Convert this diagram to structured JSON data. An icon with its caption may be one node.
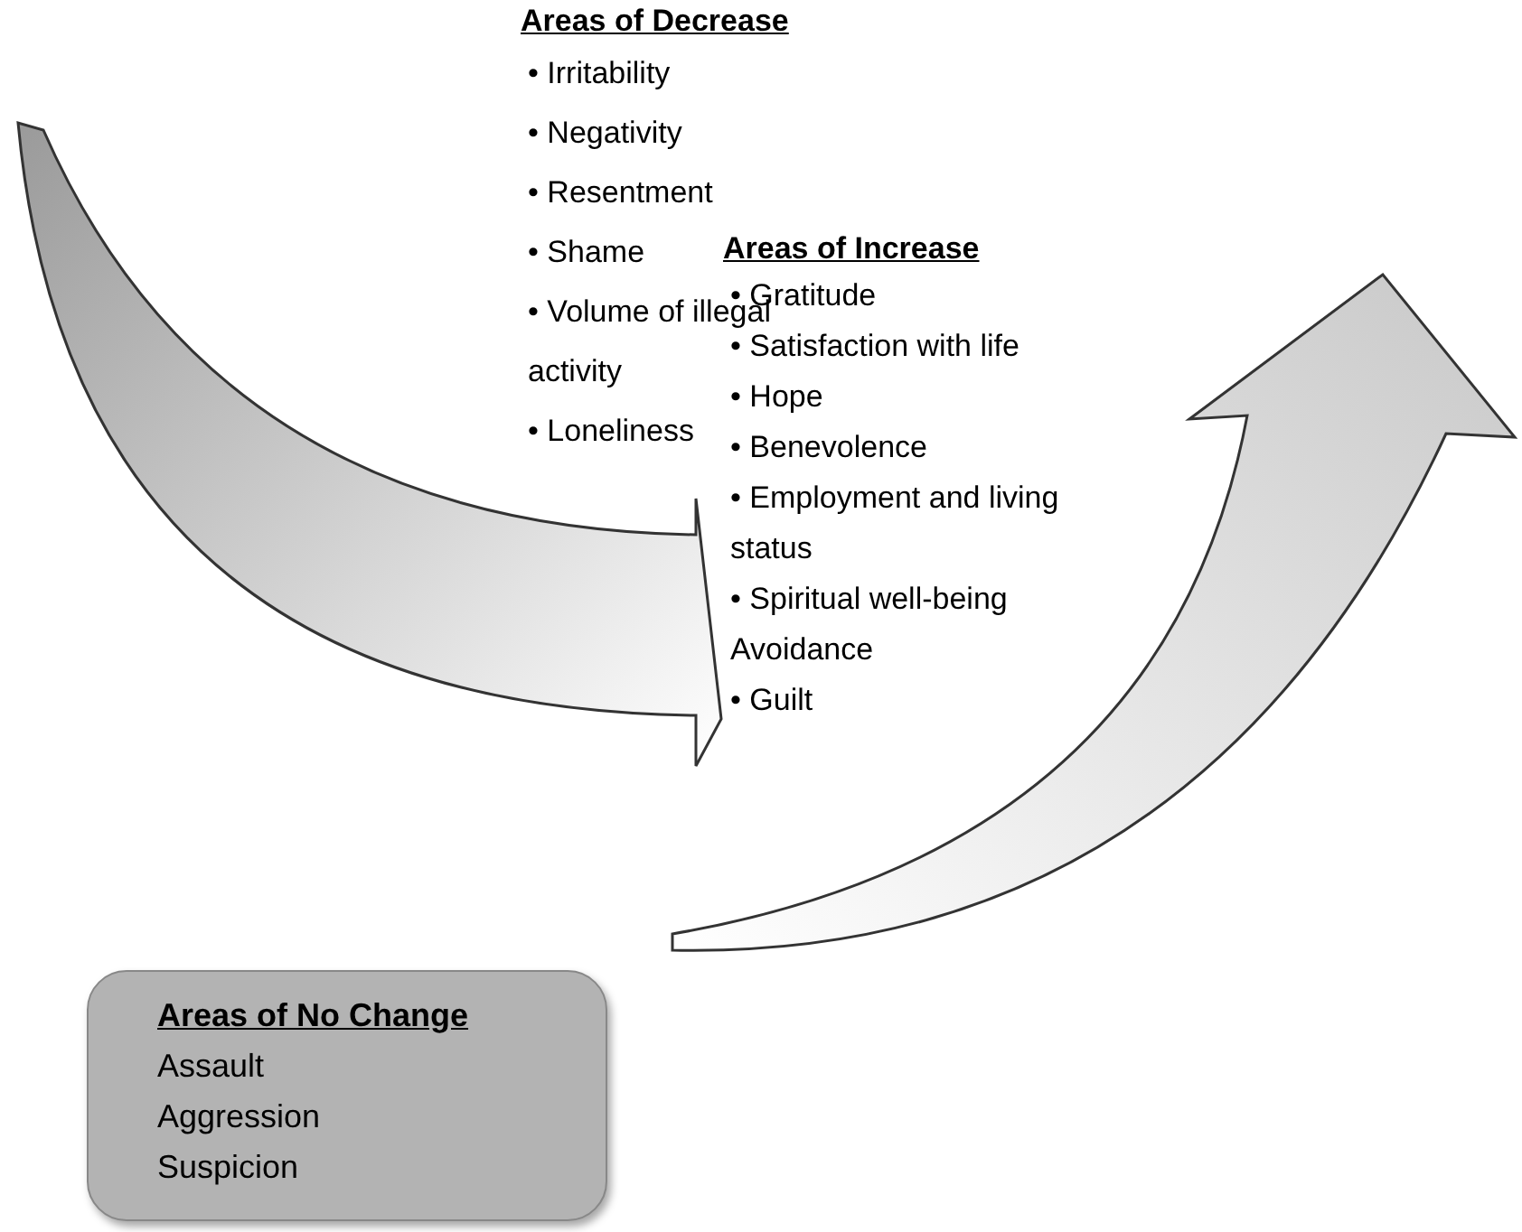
{
  "diagram": {
    "nodes": [
      {
        "text": [
          "Areas of No Change",
          "Assault",
          "Aggression",
          "Suspicion"
        ]
      }
    ],
    "labels": [
      "Areas of Decrease",
      "• Irritability",
      "• Negativity",
      "• Resentment",
      "• Shame",
      "• Volume of illegal activity",
      "• Loneliness",
      "Areas of Increase",
      "• Gratitude",
      "• Satisfaction with life",
      "• Hope",
      "• Benevolence",
      "• Employment and living status",
      "• Spiritual well-being",
      "Avoidance",
      "• Guilt"
    ]
  }
}
